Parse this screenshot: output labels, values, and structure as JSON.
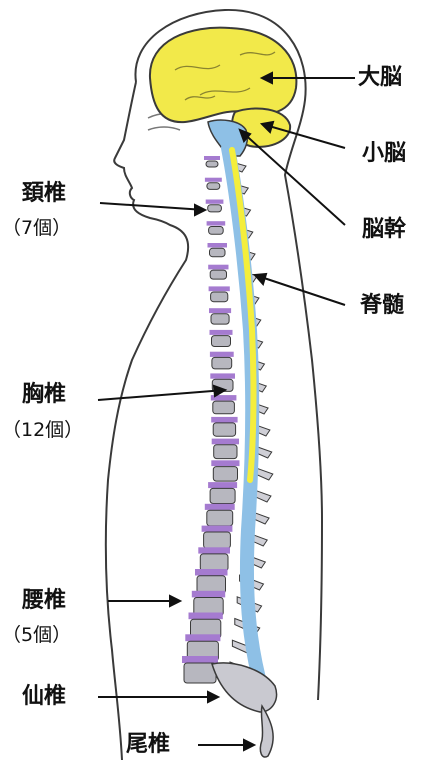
{
  "labels": {
    "cerebrum": "大脳",
    "cerebellum": "小脳",
    "brainstem": "脳幹",
    "spinal_cord": "脊髄",
    "cervical": "頚椎",
    "cervical_count": "（7個）",
    "thoracic": "胸椎",
    "thoracic_count": "（12個）",
    "lumbar": "腰椎",
    "lumbar_count": "（5個）",
    "sacrum": "仙椎",
    "coccyx": "尾椎"
  },
  "colors": {
    "brain": "#f2e94a",
    "cord": "#f4ee3c",
    "csf": "#8ec0e6",
    "vertebra": "#b7b7bf",
    "disc": "#a57bd0",
    "outline": "#3a3a3a"
  }
}
